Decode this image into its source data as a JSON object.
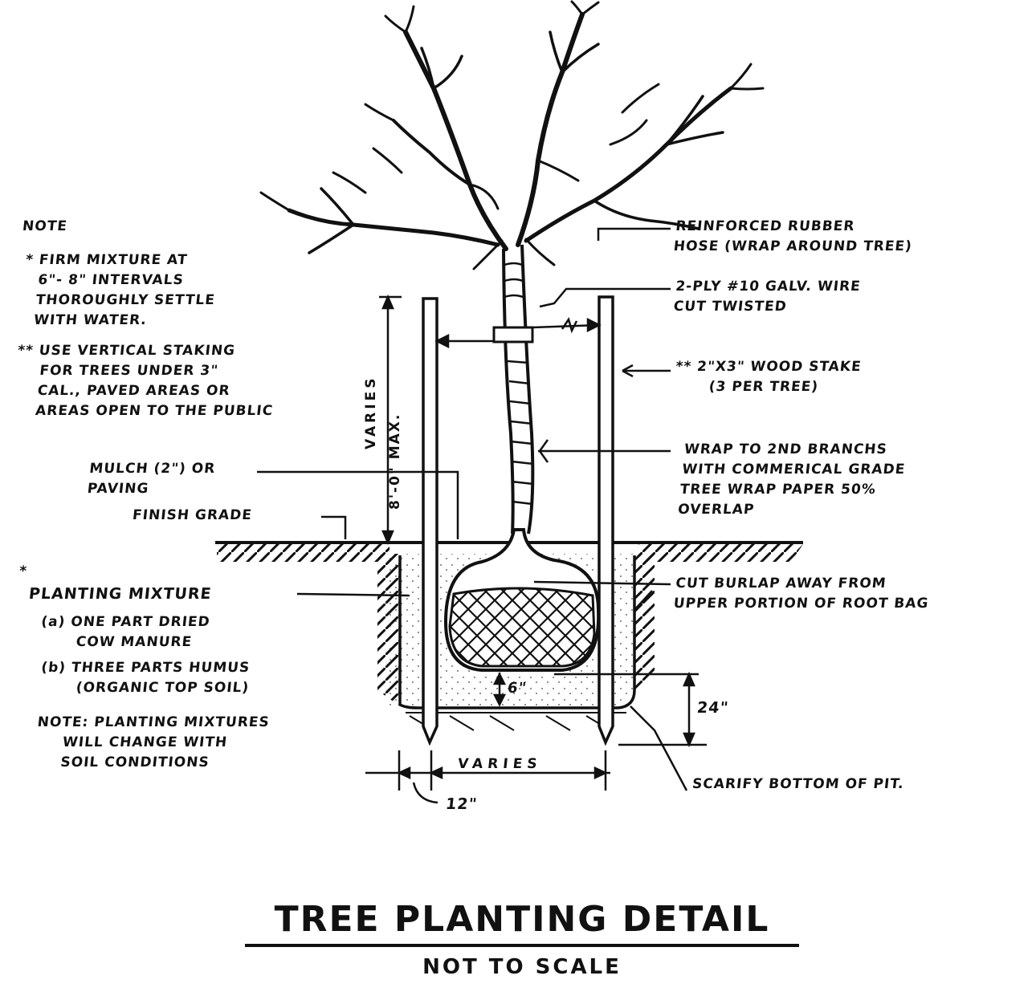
{
  "title": "TREE PLANTING DETAIL",
  "subtitle": "NOT TO SCALE",
  "note_left_top": {
    "heading": "NOTE",
    "item1": [
      "* FIRM MIXTURE AT",
      "6\"- 8\" INTERVALS",
      "THOROUGHLY SETTLE",
      "WITH WATER."
    ],
    "item2": [
      "** USE VERTICAL STAKING",
      "FOR TREES UNDER 3\"",
      "CAL., PAVED AREAS OR",
      "AREAS OPEN TO THE PUBLIC"
    ]
  },
  "labels": {
    "rubber_hose": [
      "REINFORCED RUBBER",
      "HOSE (WRAP AROUND TREE)"
    ],
    "wire": [
      "2-PLY #10 GALV. WIRE",
      "CUT TWISTED"
    ],
    "stake": [
      "** 2\"X3\" WOOD STAKE",
      "(3 PER TREE)"
    ],
    "wrap": [
      "WRAP TO 2ND BRANCHS",
      "WITH COMMERICAL GRADE",
      "TREE WRAP PAPER 50%",
      "OVERLAP"
    ],
    "mulch": [
      "MULCH (2\") OR",
      "PAVING"
    ],
    "finish_grade": "FINISH GRADE",
    "cut_burlap": [
      "CUT BURLAP AWAY FROM",
      "UPPER PORTION OF ROOT BAG"
    ],
    "scarify": "SCARIFY BOTTOM OF PIT.",
    "varies_vertical": "VARIES",
    "max_height": "8'-0\" MAX.",
    "varies_horizontal": "VARIES",
    "dim_12": "12\"",
    "dim_24": "24\"",
    "dim_6": "6\""
  },
  "planting_mixture": {
    "marker": "*",
    "heading": "PLANTING MIXTURE",
    "a": [
      "(a) ONE PART DRIED",
      "COW MANURE"
    ],
    "b": [
      "(b) THREE PARTS HUMUS",
      "(ORGANIC TOP SOIL)"
    ],
    "note": [
      "NOTE: PLANTING MIXTURES",
      "WILL CHANGE WITH",
      "SOIL CONDITIONS"
    ]
  },
  "colors": {
    "ink": "#111111",
    "paper": "#ffffff"
  }
}
